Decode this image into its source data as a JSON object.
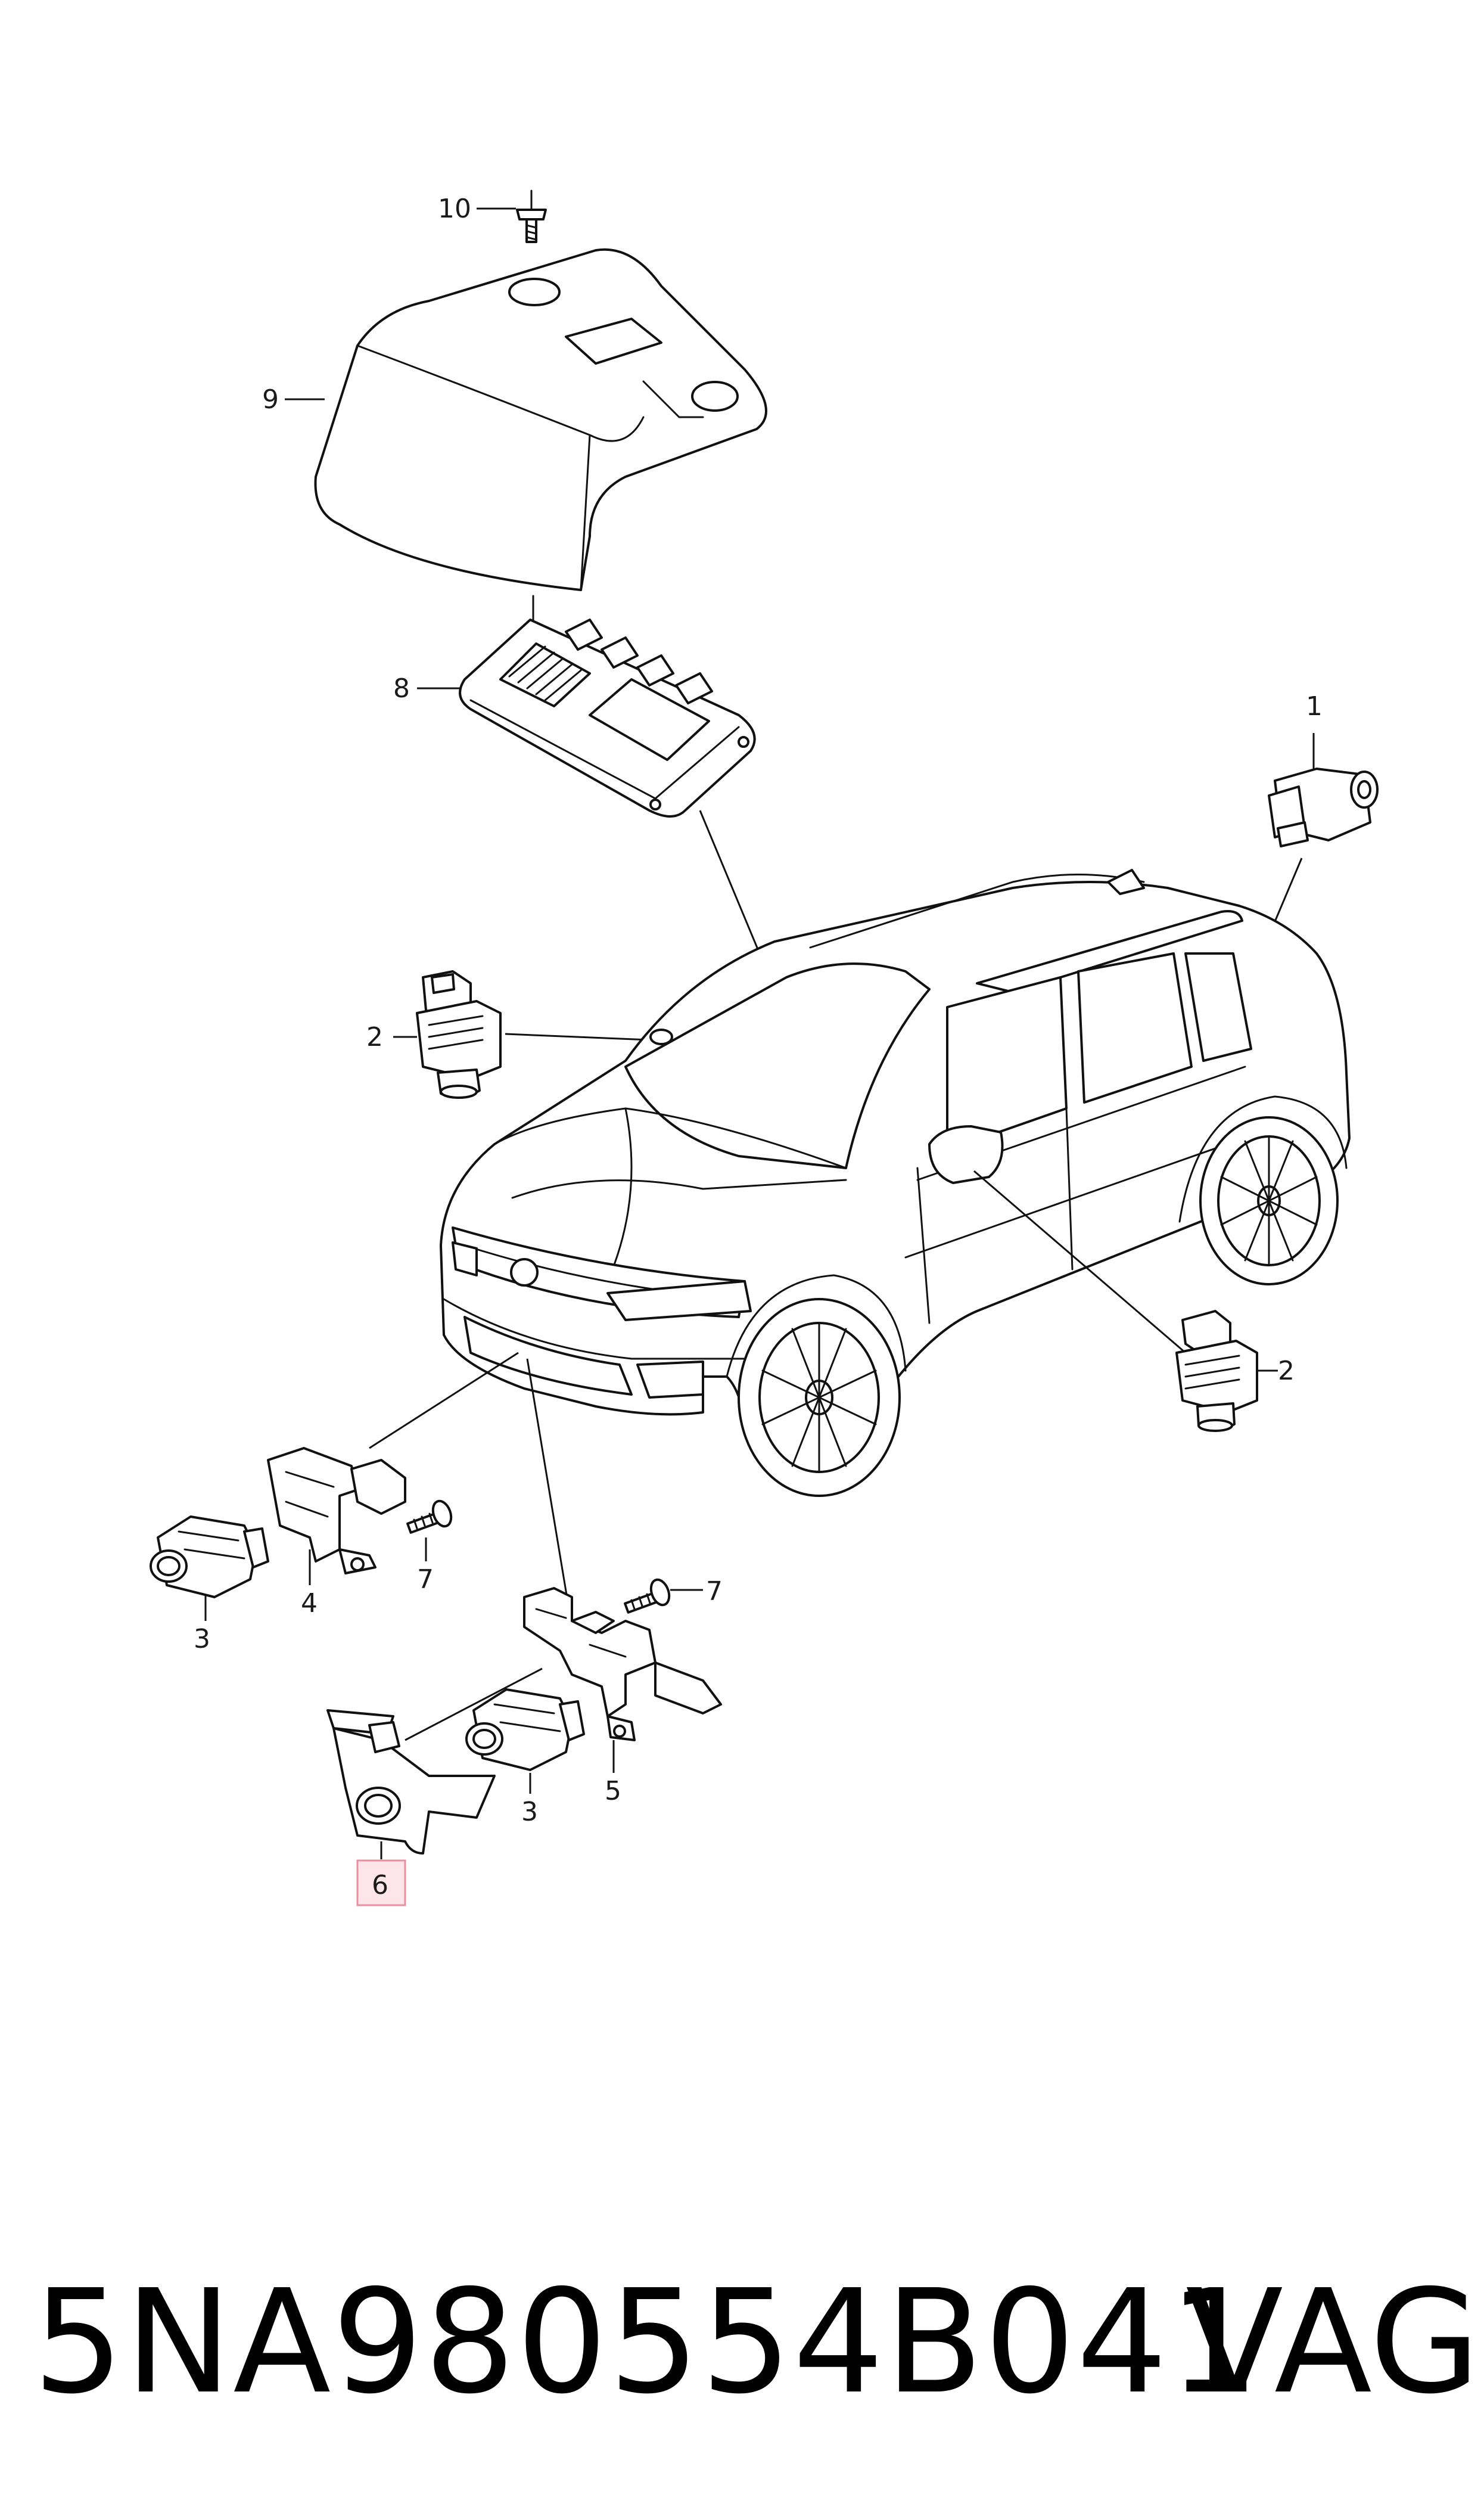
{
  "callouts": {
    "c1": "1",
    "c2a": "2",
    "c2b": "2",
    "c3a": "3",
    "c3b": "3",
    "c4": "4",
    "c5": "5",
    "c6": "6",
    "c7a": "7",
    "c7b": "7",
    "c8": "8",
    "c9": "9",
    "c10": "10"
  },
  "highlighted_part": "6",
  "colors": {
    "highlight_fill": "#fde5e9",
    "highlight_stroke": "#e9909c",
    "line": "#111111"
  },
  "footer": {
    "part_number": "5NA980554B041",
    "brand": "VAG"
  }
}
